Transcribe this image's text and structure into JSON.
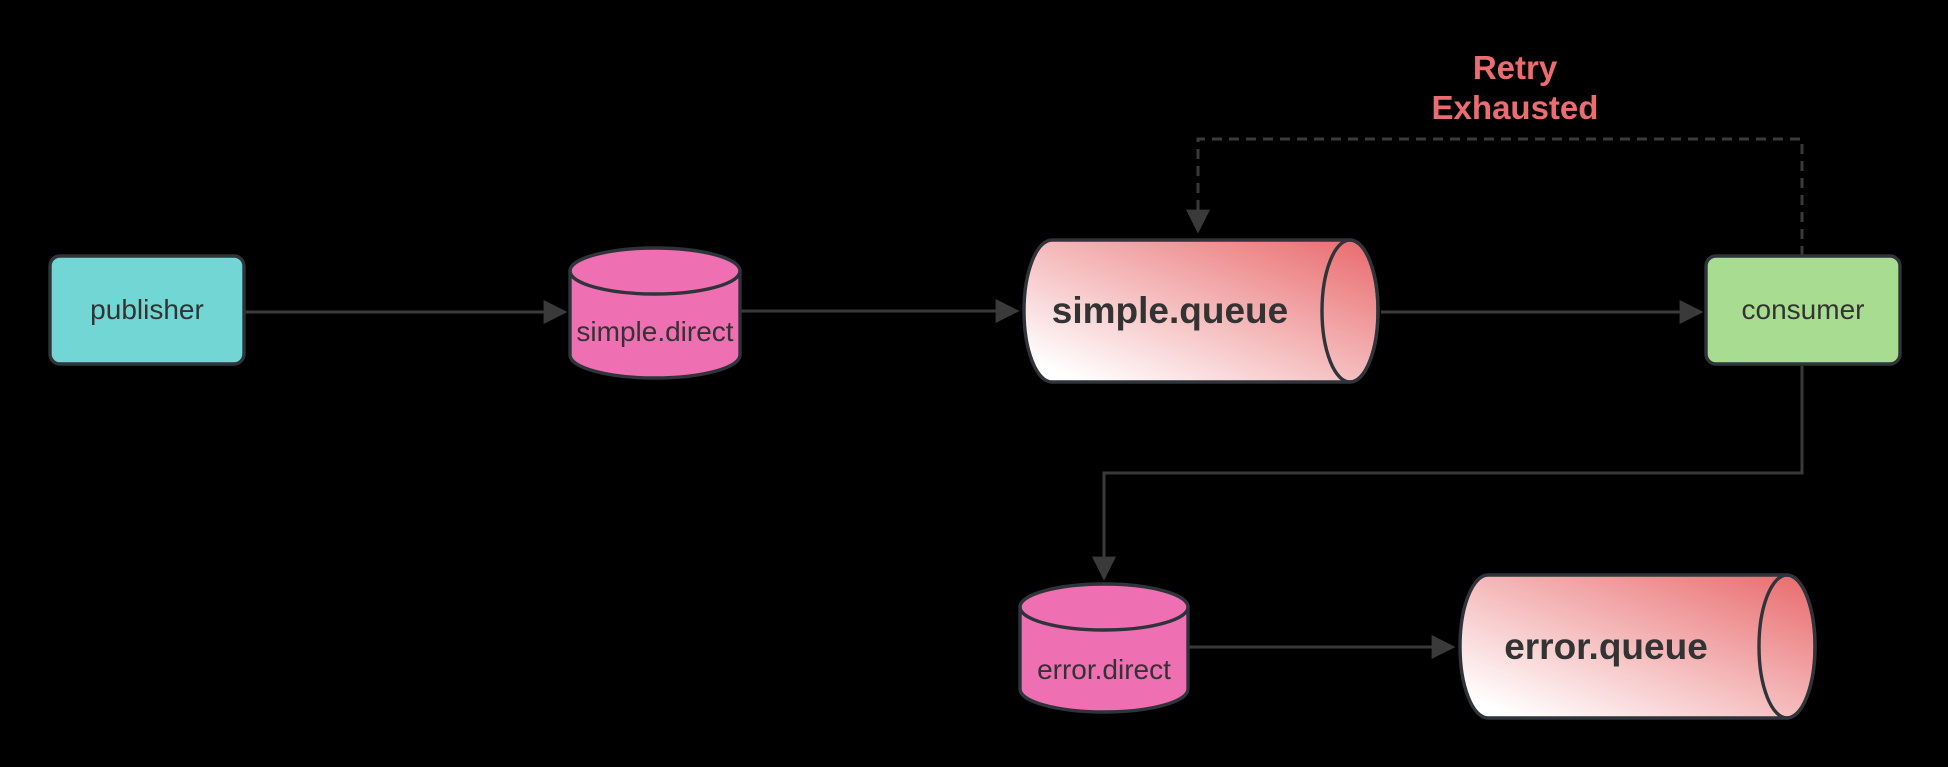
{
  "diagram": {
    "kind": "flowchart",
    "background": "#000000"
  },
  "nodes": {
    "publisher": {
      "label": "publisher",
      "shape": "rectangle"
    },
    "simple_direct": {
      "label": "simple.direct",
      "shape": "cylinder"
    },
    "simple_queue": {
      "label": "simple.queue",
      "shape": "horizontal-cylinder"
    },
    "consumer": {
      "label": "consumer",
      "shape": "rectangle"
    },
    "error_direct": {
      "label": "error.direct",
      "shape": "cylinder"
    },
    "error_queue": {
      "label": "error.queue",
      "shape": "horizontal-cylinder"
    }
  },
  "edges": [
    {
      "from": "publisher",
      "to": "simple.direct",
      "style": "solid",
      "label": ""
    },
    {
      "from": "simple.direct",
      "to": "simple.queue",
      "style": "solid",
      "label": ""
    },
    {
      "from": "simple.queue",
      "to": "consumer",
      "style": "solid",
      "label": ""
    },
    {
      "from": "consumer",
      "to": "error.direct",
      "style": "solid",
      "label": ""
    },
    {
      "from": "error.direct",
      "to": "error.queue",
      "style": "solid",
      "label": ""
    },
    {
      "from": "consumer",
      "to": "simple.queue",
      "style": "dashed",
      "label": "Retry Exhausted"
    }
  ],
  "retry_label": {
    "line1": "Retry",
    "line2": "Exhausted"
  },
  "colors": {
    "background": "#000000",
    "node_border": "#2e343a",
    "edge_line": "#3a3a3a",
    "node_text": "#333333",
    "publisher_fill": "#72d6d5",
    "consumer_fill": "#a8dc90",
    "exchange_fill": "#ee6fb2",
    "queue_gradient_start": "#ffffff",
    "queue_gradient_end": "#e8696b",
    "retry_text": "#ec6d71"
  }
}
